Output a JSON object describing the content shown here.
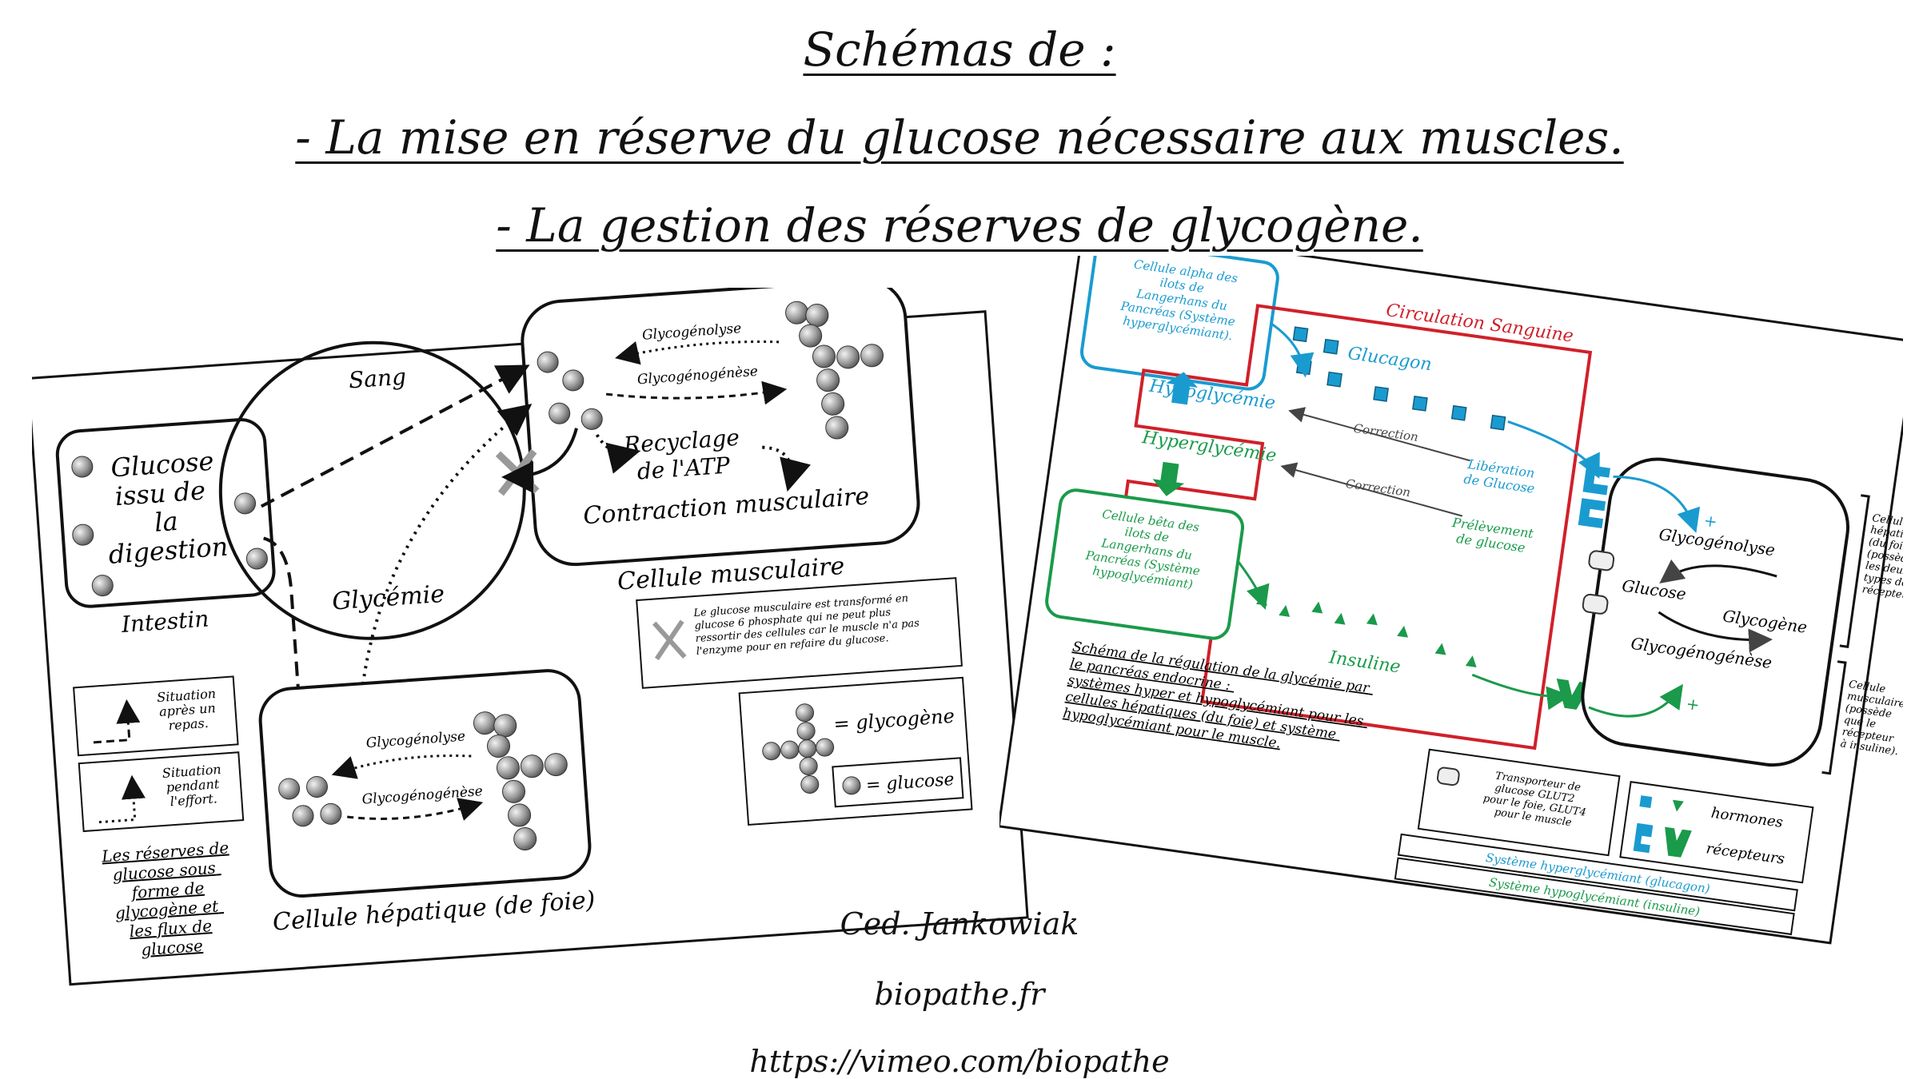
{
  "header": {
    "line1": "Schémas de :",
    "line2": "- La mise en réserve du glucose nécessaire aux muscles.",
    "line3": "- La gestion des réserves de glycogène."
  },
  "left_card": {
    "intestin_box": "Glucose issu de la digestion",
    "intestin_label": "Intestin",
    "sang": "Sang",
    "glycemie": "Glycémie",
    "muscle": {
      "glycogenolyse": "Glycogénolyse",
      "glycogenogenese": "Glycogénogénèse",
      "recyclage": "Recyclage de l'ATP",
      "contraction": "Contraction musculaire",
      "cellule": "Cellule musculaire"
    },
    "liver": {
      "glycogenolyse": "Glycogénolyse",
      "glycogenogenese": "Glycogénogénèse",
      "cellule": "Cellule hépatique (de foie)"
    },
    "legend_repas": "Situation après un repas.",
    "legend_effort": "Situation pendant l'effort.",
    "note": "Le glucose musculaire est transformé en glucose 6 phosphate qui ne peut plus ressortir des cellules car le muscle n'a pas l'enzyme pour en refaire du glucose.",
    "key_glycogene": "= glycogène",
    "key_glucose": "= glucose",
    "caption": "Les réserves de glucose sous forme de glycogène et les flux de glucose"
  },
  "right_card": {
    "alpha": "Cellule alpha des ilots de Langerhans du Pancréas (Système hyperglycémiant).",
    "beta": "Cellule bêta des ilots de Langerhans du Pancréas (Système hypoglycémiant)",
    "circulation": "Circulation Sanguine",
    "glucagon": "Glucagon",
    "insuline": "Insuline",
    "hypoglycemie": "Hypoglycémie",
    "hyperglycemie": "Hyperglycémie",
    "correction": "Correction",
    "liberation": "Libération de Glucose",
    "prelevement": "Prélèvement de glucose",
    "cell_glycogenolyse": "Glycogénolyse",
    "cell_glucose": "Glucose",
    "cell_glycogene": "Glycogène",
    "cell_glycogenogenese": "Glycogénogénèse",
    "side_hepatique": "Cellule hépatique (du foie) (possède les deux types de récepteur).",
    "side_musculaire": "Cellule musculaire (possède que le récepteur à insuline).",
    "schema_title": "Schéma de la régulation de la glycémie par le pancréas endocrine : systèmes hyper et hypoglycémiant pour les cellules hépatiques (du foie) et système hypoglycémiant pour le muscle.",
    "transporteur": "Transporteur de glucose GLUT2 pour le foie, GLUT4 pour le muscle",
    "hormones": "hormones",
    "recepteurs": "récepteurs",
    "sys_hyper": "Système hyperglycémiant (glucagon)",
    "sys_hypo": "Système hypoglycémiant (insuline)",
    "colors": {
      "blue": "#1a9bd0",
      "green": "#1a9a4a",
      "red": "#d0202a"
    }
  },
  "footer": {
    "author": "Ced. Jankowiak",
    "site": "biopathe.fr",
    "url": "https://vimeo.com/biopathe"
  }
}
